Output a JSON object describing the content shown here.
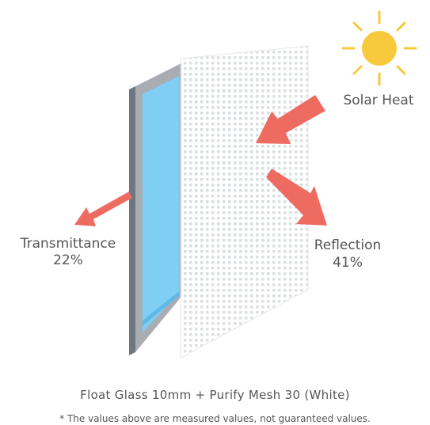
{
  "labels": {
    "solar_heat": "Solar Heat",
    "transmittance": {
      "title": "Transmittance",
      "value": "22%"
    },
    "reflection": {
      "title": "Reflection",
      "value": "41%"
    }
  },
  "caption": {
    "product": "Float Glass 10mm + Purify Mesh 30 (White)",
    "note": "* The values above are measured values, not guaranteed values."
  },
  "colors": {
    "sun": "#F7C93C",
    "arrow": "#EE6B62",
    "glass": "#7FCFF5",
    "glass_frame": "#A9ADB2",
    "glass_edge": "#707880",
    "mesh_dots": "#DADDE0"
  },
  "icons": [
    "sun-icon",
    "solar-heat-arrow-icon",
    "transmittance-arrow-icon",
    "reflection-arrow-icon"
  ]
}
